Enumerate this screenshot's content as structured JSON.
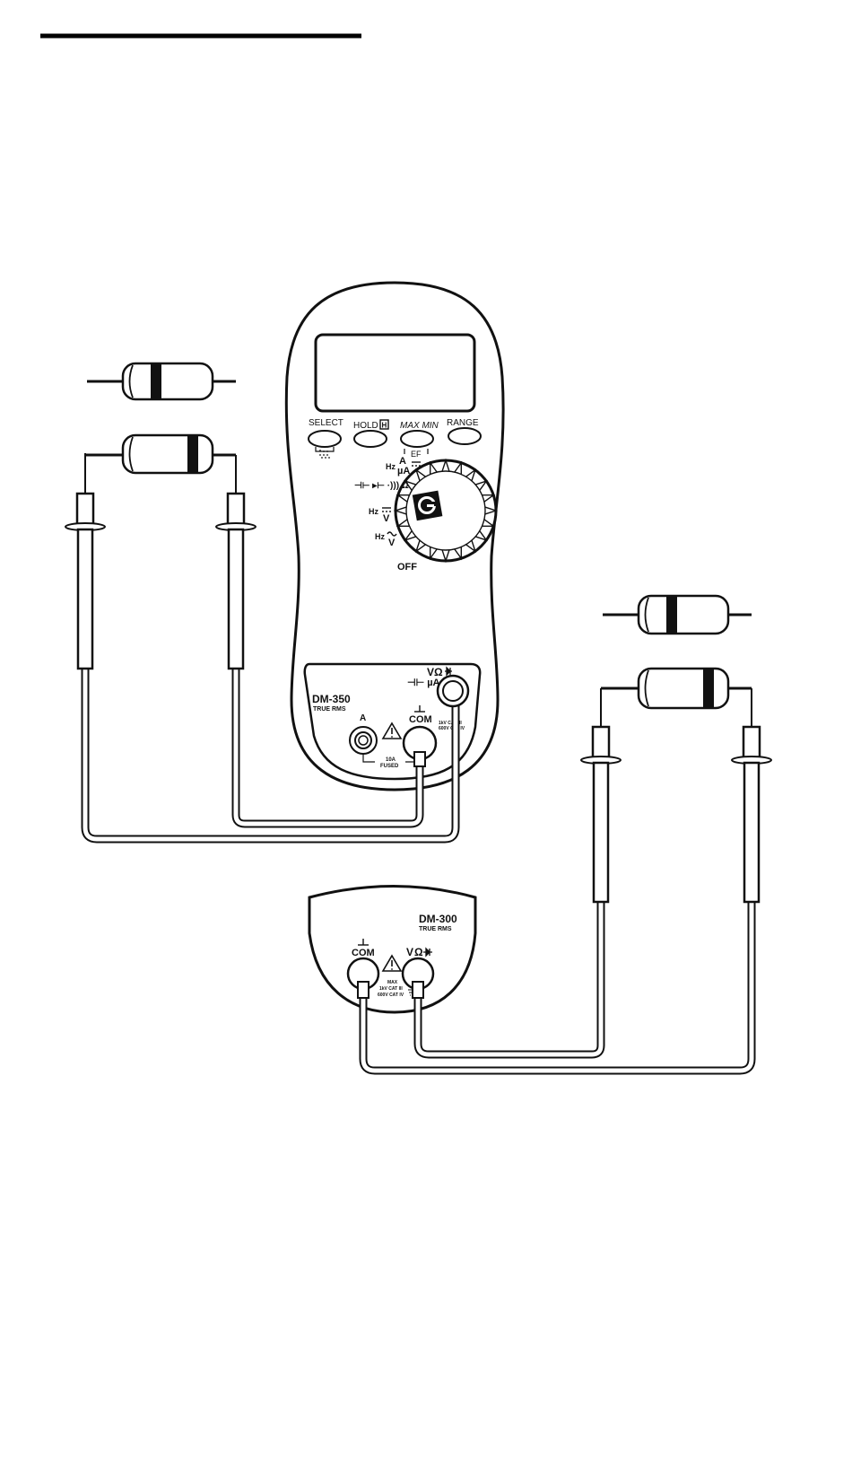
{
  "dm350": {
    "model": "DM-350",
    "sub": "TRUE RMS",
    "buttons": {
      "select": "SELECT",
      "hold": "HOLD",
      "hold_badge": "H",
      "maxmin": "MAX MIN",
      "range": "RANGE",
      "ef": "EF"
    },
    "dial": {
      "hz_a": "Hz",
      "a": "A",
      "ua": "µA",
      "cap_diode_cont_ohm": "⊣⊢ ▸⊢ ·))) Ω",
      "hz_vdc": "Hz",
      "vdc": "V",
      "hz_vac": "Hz",
      "vac": "V",
      "off": "OFF"
    },
    "terminals": {
      "v_ohm": "VΩ",
      "cap_ua": "⊣⊢ µA",
      "a": "A",
      "com": "COM",
      "fused": "10A",
      "fused2": "FUSED",
      "rating1": "1kV CAT III",
      "rating2": "600V CAT IV"
    }
  },
  "dm300": {
    "model": "DM-300",
    "sub": "TRUE RMS",
    "com": "COM",
    "v_diode": "V",
    "max": "MAX",
    "rating1": "1kV CAT III",
    "rating2": "600V CAT IV"
  },
  "icons": [
    "warning-triangle-icon",
    "ground-icon",
    "diode-icon",
    "logo-icon",
    "resistor-icon"
  ]
}
